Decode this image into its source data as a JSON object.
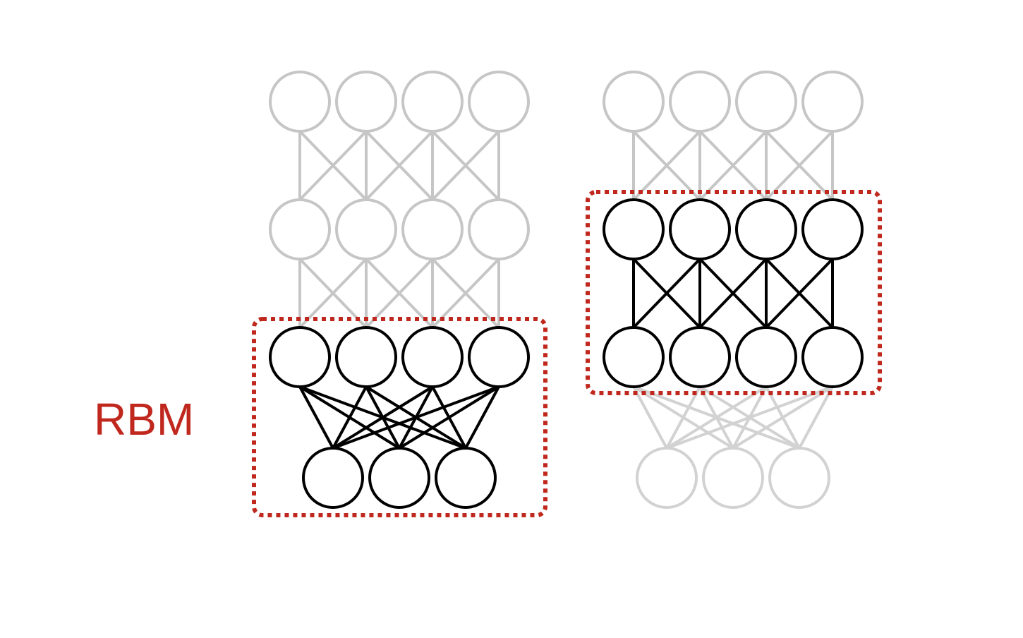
{
  "label": "RBM",
  "colors": {
    "accent": "#c0281e",
    "active": "#000000",
    "inactive_upper": "#c6c6c6",
    "inactive_lower": "#d2d2d2"
  },
  "networks": [
    {
      "name": "left",
      "layers": [
        {
          "units": 4,
          "state": "inactive"
        },
        {
          "units": 4,
          "state": "inactive"
        },
        {
          "units": 4,
          "state": "active"
        },
        {
          "units": 3,
          "state": "active"
        }
      ],
      "connections": [
        {
          "from": 0,
          "to": 1,
          "state": "inactive"
        },
        {
          "from": 1,
          "to": 2,
          "state": "inactive"
        },
        {
          "from": 2,
          "to": 3,
          "state": "active"
        }
      ],
      "highlighted_layers": [
        2,
        3
      ]
    },
    {
      "name": "right",
      "layers": [
        {
          "units": 4,
          "state": "inactive"
        },
        {
          "units": 4,
          "state": "active"
        },
        {
          "units": 4,
          "state": "active"
        },
        {
          "units": 3,
          "state": "inactive"
        }
      ],
      "connections": [
        {
          "from": 0,
          "to": 1,
          "state": "inactive"
        },
        {
          "from": 1,
          "to": 2,
          "state": "active"
        },
        {
          "from": 2,
          "to": 3,
          "state": "inactive"
        }
      ],
      "highlighted_layers": [
        1,
        2
      ]
    }
  ]
}
